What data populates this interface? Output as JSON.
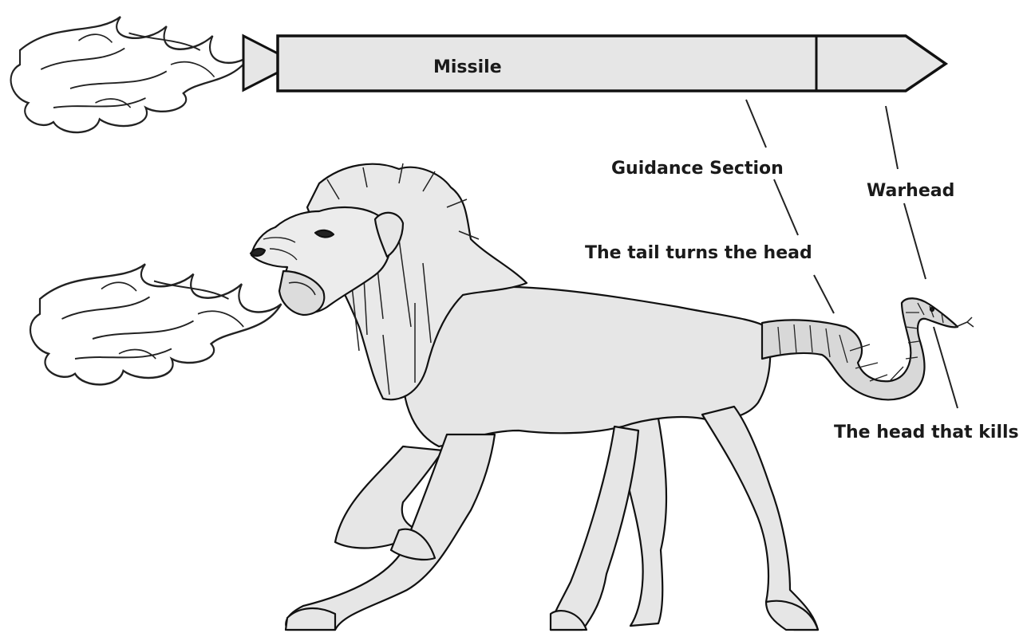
{
  "labels": {
    "missile": "Missile",
    "guidance_section": "Guidance Section",
    "warhead": "Warhead",
    "tail_turns_head": "The tail turns the head",
    "head_that_kills": "The head that kills"
  },
  "colors": {
    "fill": "#e6e6e6",
    "stroke": "#111111",
    "background": "#ffffff"
  }
}
